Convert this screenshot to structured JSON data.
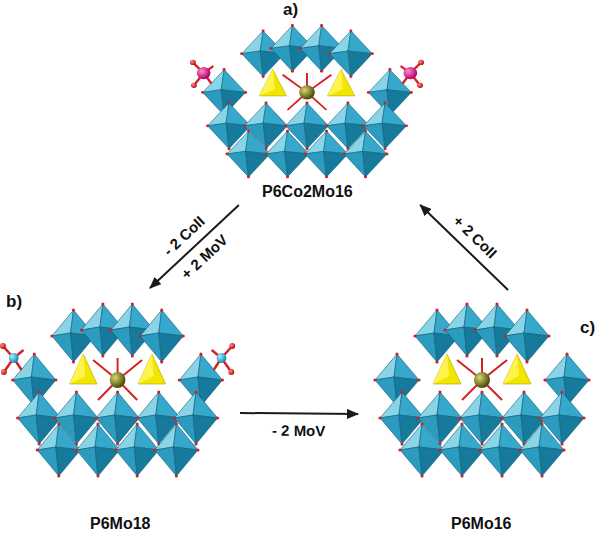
{
  "diagram": {
    "nodes": [
      {
        "text": [
          "a)",
          "P6Co2Mo16"
        ]
      },
      {
        "text": [
          "b)",
          "P6Mo18"
        ]
      },
      {
        "text": [
          "c)",
          "P6Mo16"
        ]
      }
    ],
    "edges": [
      {
        "from": 0,
        "to": 1,
        "arrow": "to",
        "label": "- 2 CoII"
      },
      {
        "from": 1,
        "to": 2,
        "arrow": "to",
        "label": "- 2 MoV"
      },
      {
        "from": 2,
        "to": 0,
        "arrow": "to",
        "label": "+ 2 CoII"
      }
    ],
    "labels": [
      "+ 2 MoV"
    ]
  }
}
